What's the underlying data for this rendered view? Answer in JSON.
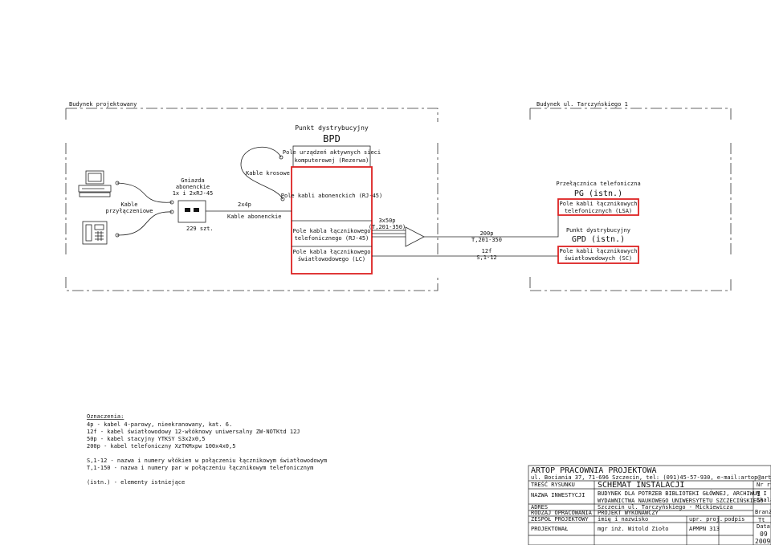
{
  "buildings": {
    "left": "Budynek projektowany",
    "right": "Budynek ul. Tarczyńskiego 1"
  },
  "bpd": {
    "title": "Punkt dystrybucyjny",
    "code": "BPD",
    "field_active": [
      "Pole urządzeń aktywnych sieci",
      "komputerowej (Rezerwa)"
    ],
    "field_subscriber": "Pole kabli abonenckich (RJ-45)",
    "field_phone": [
      "Pole kabla łącznikowego",
      "telefonicznego (RJ-45)"
    ],
    "field_fiber": [
      "Pole kabla łącznikowego",
      "światłowodowego (LC)"
    ]
  },
  "left": {
    "kable_przylaczeniowe": [
      "Kable",
      "przyłączeniowe"
    ],
    "gniazda": [
      "Gniazda",
      "abonenckie",
      "1x i 2xRJ-45"
    ],
    "count": "229 szt.",
    "kable_krosowe": "Kable krosowe",
    "kable_abonenckie": "Kable abonenckie",
    "label_2x4p": "2x4p"
  },
  "cables": {
    "c1": [
      "3x50p",
      "(T,201-350)"
    ],
    "c2": [
      "200p",
      "T,201-350"
    ],
    "c3": [
      "12f",
      "S,1-12"
    ]
  },
  "right": {
    "pg_title": "Przełącznica telefoniczna",
    "pg_code": "PG (istn.)",
    "pg_field": [
      "Pole kabli łącznikowych",
      "telefonicznych (LSA)"
    ],
    "gpd_title": "Punkt dystrybucyjny",
    "gpd_code": "GPD (istn.)",
    "gpd_field": [
      "Pole kabli łącznikowych",
      "światłowodowych (SC)"
    ]
  },
  "legend": {
    "heading": "Oznaczenia:",
    "lines": [
      "4p - kabel 4-parowy, nieekranowany, kat. 6.",
      "12f - kabel światłowodowy 12-włóknowy uniwersalny ZW-NOTKtd 12J",
      "50p - kabel stacyjny YTKSY S3x2x0,5",
      "200p - kabel telefoniczny XzTKMxpw 100x4x0,5",
      "",
      "S,1-12 - nazwa i numery włókien w połączeniu łącznikowym światłowodowym",
      "T,1-150 - nazwa i numery par w połączeniu łącznikowym telefonicznym",
      "",
      "(istn.) - elementy istniejące"
    ]
  },
  "titleblock": {
    "firm": "ARTOP PRACOWNIA PROJEKTOWA",
    "address": "ul. Bociania 37, 71-696 Szczecin, tel: (091)45-57-930, e-mail:artop@artop.szczecin.pl",
    "tresc_label": "TREŚĆ RYSUNKU",
    "tresc_value": "SCHEMAT INSTALACJI",
    "nr_rys_label": "Nr rys.",
    "nr_rys_value": "1",
    "inwestycja_label": "NAZWA INWESTYCJI",
    "inwestycja_value": [
      "BUDYNEK DLA POTRZEB BIBLIOTEKI GŁÓWNEJ, ARCHIWUM I",
      "WYDAWNICTWA NAUKOWEGO UNIWERSYTETU SZCZECIŃSKIEGO"
    ],
    "skala_label": "Skala",
    "adres_label": "ADRES",
    "adres_value": "Szczecin ul. Tarczyńskiego - Mickiewicza",
    "rodzaj_label": "RODZAJ OPRACOWANIA",
    "rodzaj_value": "PROJEKT WYKONAWCZY",
    "branza_label": "Branża",
    "zespol_label": "ZESPÓŁ PROJEKTOWY",
    "imie_label": "imię i nazwisko",
    "upr_label": "upr. proj.",
    "podpis_label": "podpis",
    "branza_value": "Tt",
    "projektowal_label": "PROJEKTOWAŁ",
    "projektowal_value": "mgr inż. Witold Zioło",
    "upr_value": "APMPN 313",
    "data_label": "Data",
    "data_month": "09",
    "data_year": "2009"
  }
}
